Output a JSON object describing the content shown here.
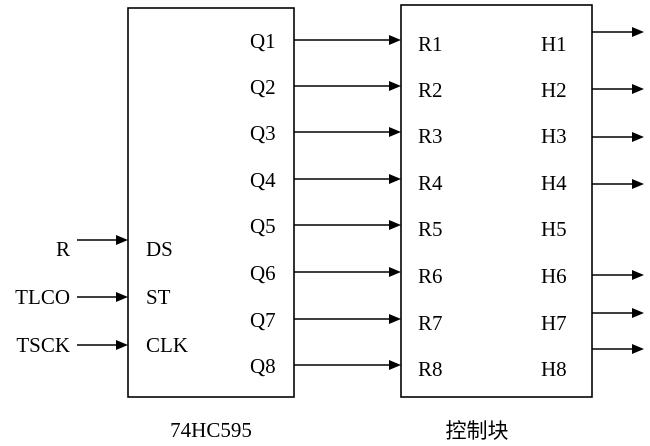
{
  "chip": {
    "name": "74HC595",
    "left_pins": [
      "DS",
      "ST",
      "CLK"
    ],
    "outputs": [
      "Q1",
      "Q2",
      "Q3",
      "Q4",
      "Q5",
      "Q6",
      "Q7",
      "Q8"
    ]
  },
  "control_block": {
    "name": "控制块",
    "inputs": [
      "R1",
      "R2",
      "R3",
      "R4",
      "R5",
      "R6",
      "R7",
      "R8"
    ],
    "outputs": [
      "H1",
      "H2",
      "H3",
      "H4",
      "H5",
      "H6",
      "H7",
      "H8"
    ]
  },
  "signals": [
    "R",
    "TLCO",
    "TSCK"
  ],
  "colors": {
    "line": "#000000",
    "background": "#ffffff"
  }
}
